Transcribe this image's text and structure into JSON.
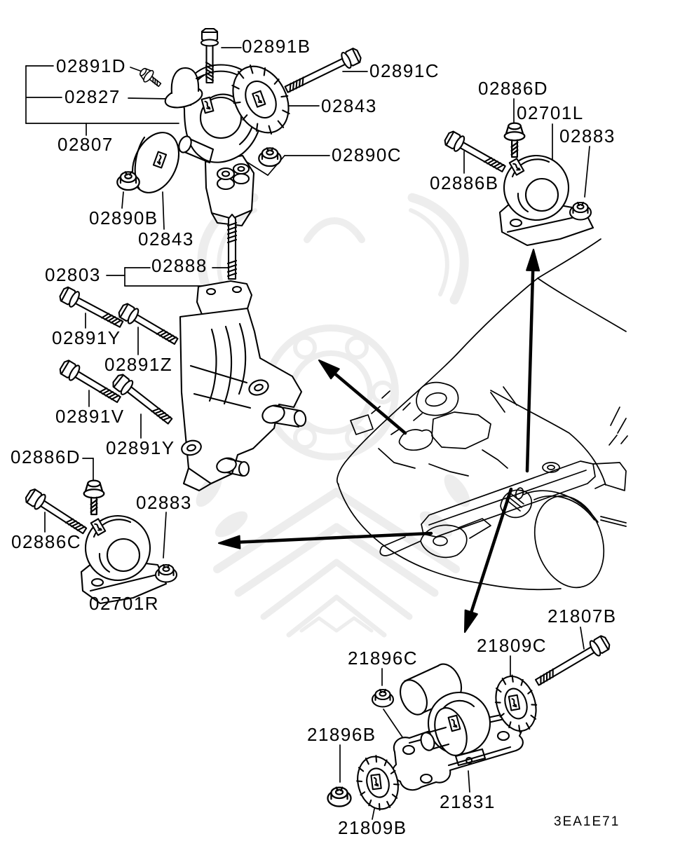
{
  "diagram": {
    "code": "3EA1E71",
    "colors": {
      "line": "#000000",
      "background": "#ffffff",
      "watermark": "#e9e9e9"
    },
    "labels": [
      {
        "part": "02891B"
      },
      {
        "part": "02891D"
      },
      {
        "part": "02827"
      },
      {
        "part": "02807"
      },
      {
        "part": "02891C"
      },
      {
        "part": "02843"
      },
      {
        "part": "02890C"
      },
      {
        "part": "02890B"
      },
      {
        "part": "02843"
      },
      {
        "part": "02888"
      },
      {
        "part": "02803"
      },
      {
        "part": "02891Y"
      },
      {
        "part": "02891Z"
      },
      {
        "part": "02891V"
      },
      {
        "part": "02891Y"
      },
      {
        "part": "02886D"
      },
      {
        "part": "02883"
      },
      {
        "part": "02886C"
      },
      {
        "part": "02701R"
      },
      {
        "part": "02886D"
      },
      {
        "part": "02701L"
      },
      {
        "part": "02883"
      },
      {
        "part": "02886B"
      },
      {
        "part": "21807B"
      },
      {
        "part": "21809C"
      },
      {
        "part": "21896C"
      },
      {
        "part": "21896B"
      },
      {
        "part": "21831"
      },
      {
        "part": "21809B"
      }
    ]
  }
}
